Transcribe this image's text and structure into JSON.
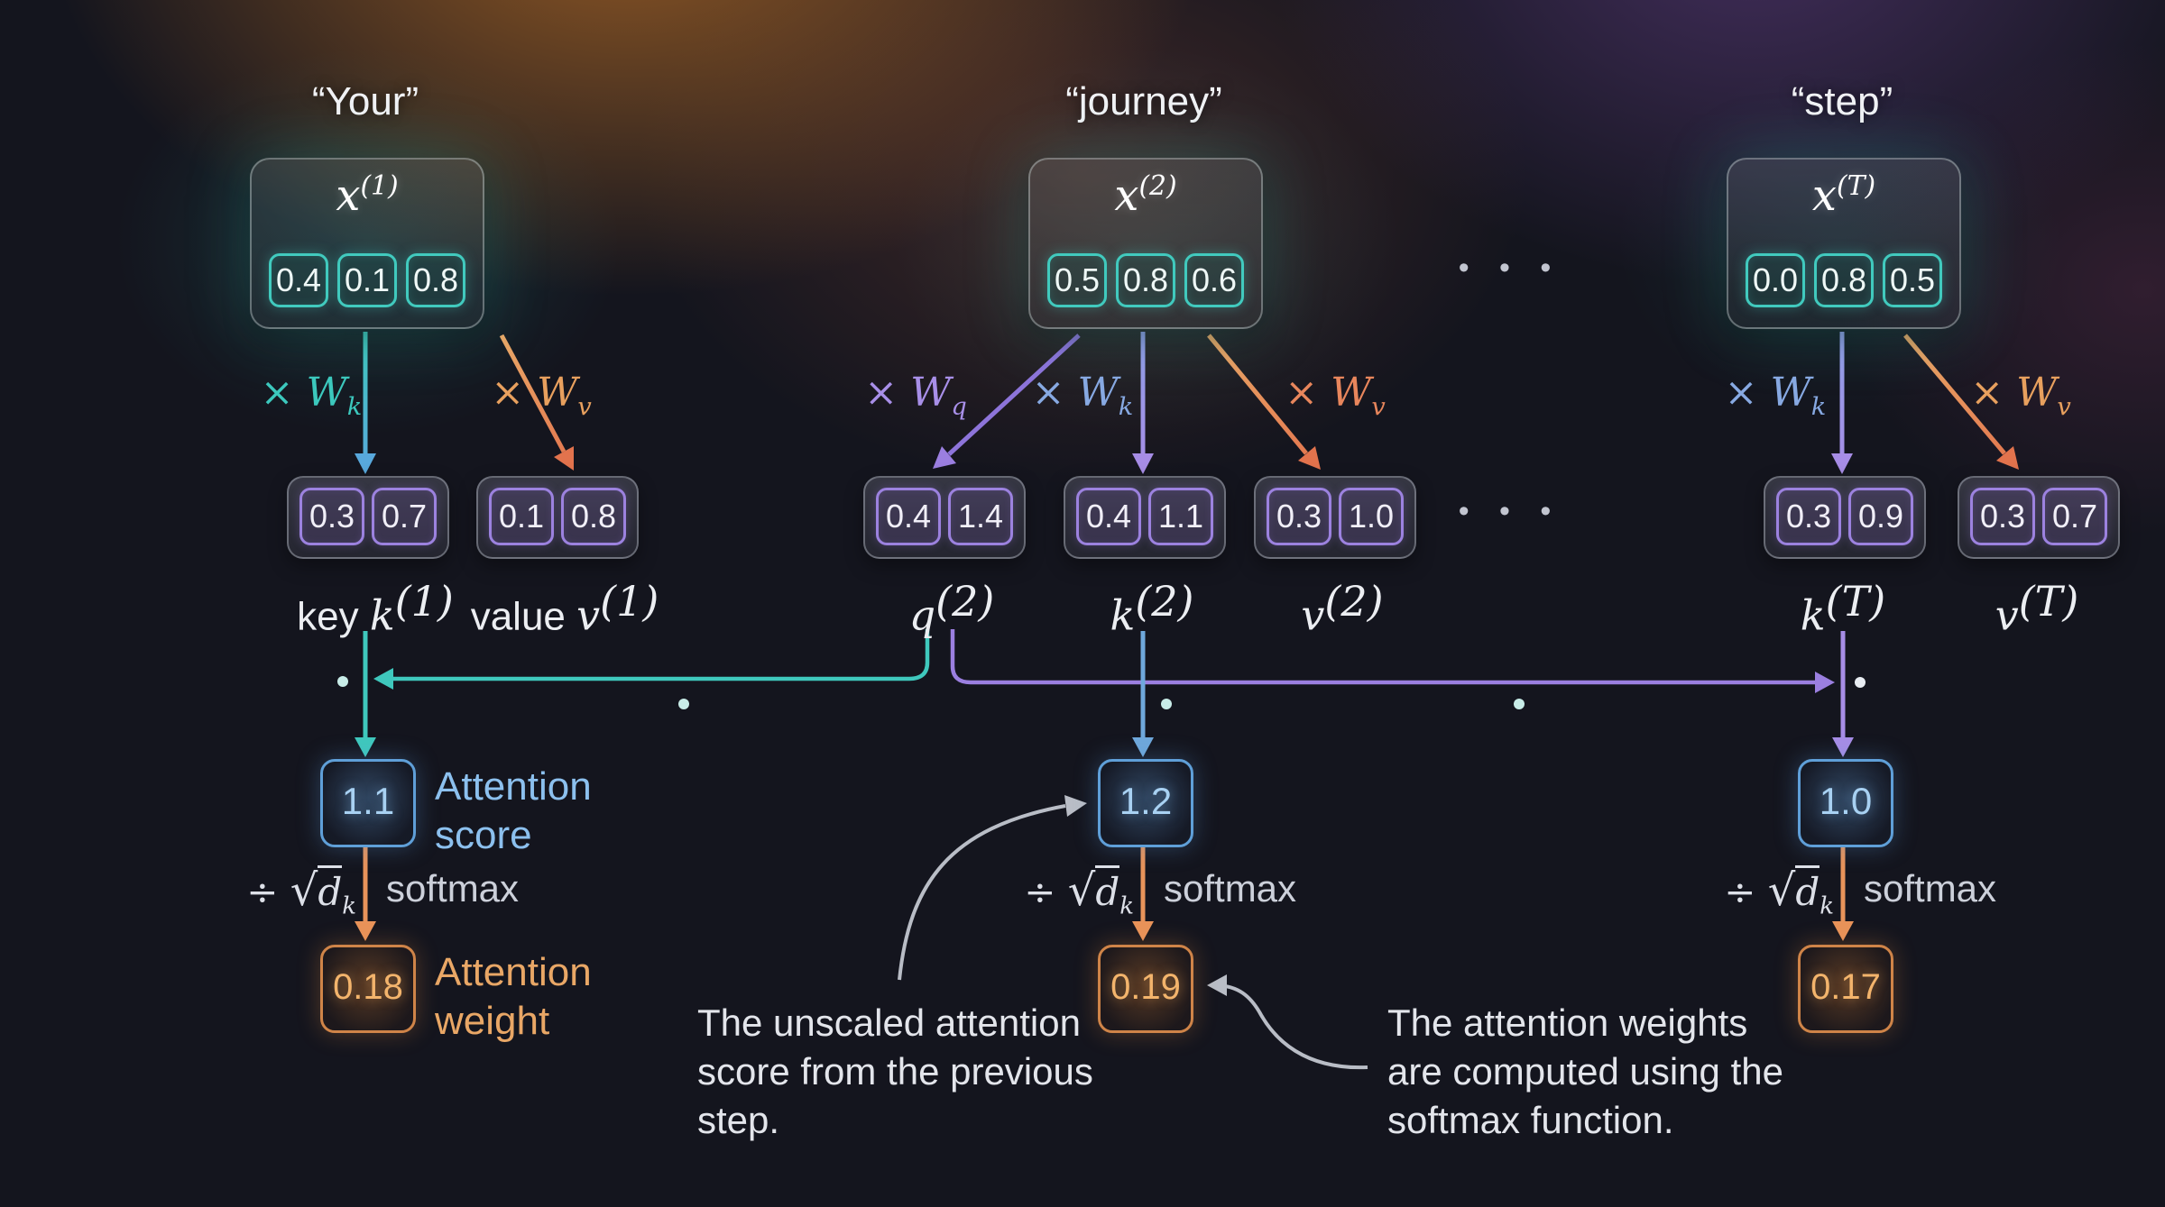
{
  "tokens": [
    {
      "word": "“Your”",
      "vec": {
        "base": "x",
        "sup": "(1)"
      },
      "values": [
        "0.4",
        "0.1",
        "0.8"
      ]
    },
    {
      "word": "“journey”",
      "vec": {
        "base": "x",
        "sup": "(2)"
      },
      "values": [
        "0.5",
        "0.8",
        "0.6"
      ]
    },
    {
      "word": "“step”",
      "vec": {
        "base": "x",
        "sup": "(T)"
      },
      "values": [
        "0.0",
        "0.8",
        "0.5"
      ]
    }
  ],
  "weight_mats": {
    "wq": {
      "times": "×",
      "base": "W",
      "sub": "q"
    },
    "wk": {
      "times": "×",
      "base": "W",
      "sub": "k"
    },
    "wv": {
      "times": "×",
      "base": "W",
      "sub": "v"
    }
  },
  "projections": [
    {
      "prefix": "key ",
      "base": "k",
      "sup": "(1)",
      "values": [
        "0.3",
        "0.7"
      ]
    },
    {
      "prefix": "value ",
      "base": "v",
      "sup": "(1)",
      "values": [
        "0.1",
        "0.8"
      ]
    },
    {
      "prefix": "",
      "base": "q",
      "sup": "(2)",
      "values": [
        "0.4",
        "1.4"
      ]
    },
    {
      "prefix": "",
      "base": "k",
      "sup": "(2)",
      "values": [
        "0.4",
        "1.1"
      ]
    },
    {
      "prefix": "",
      "base": "v",
      "sup": "(2)",
      "values": [
        "0.3",
        "1.0"
      ]
    },
    {
      "prefix": "",
      "base": "k",
      "sup": "(T)",
      "values": [
        "0.3",
        "0.9"
      ]
    },
    {
      "prefix": "",
      "base": "v",
      "sup": "(T)",
      "values": [
        "0.3",
        "0.7"
      ]
    }
  ],
  "attention": {
    "score_values": [
      "1.1",
      "1.2",
      "1.0"
    ],
    "weight_values": [
      "0.18",
      "0.19",
      "0.17"
    ],
    "score_label": {
      "line1": "Attention",
      "line2": "score"
    },
    "weight_label": {
      "line1": "Attention",
      "line2": "weight"
    },
    "divide": "÷ ",
    "sqrt": "√",
    "d": "d",
    "dsub": "k",
    "softmax": "softmax"
  },
  "annotations": {
    "unscaled": {
      "line1": "The unscaled attention",
      "line2": "score from the previous",
      "line3": "step."
    },
    "softmax_note": {
      "line1": "The attention weights",
      "line2": "are computed using the",
      "line3": "softmax function."
    }
  },
  "misc": {
    "ellipsis": "• • •"
  },
  "colors": {
    "teal": "#3fc8bd",
    "blue": "#6fa8dc",
    "purple": "#9b82e2",
    "orange": "#e2734d",
    "score_border": "#5f9fd8",
    "weight_border": "#cf8448",
    "gray_arrow": "#b9bdc6",
    "background": "#14151e"
  }
}
